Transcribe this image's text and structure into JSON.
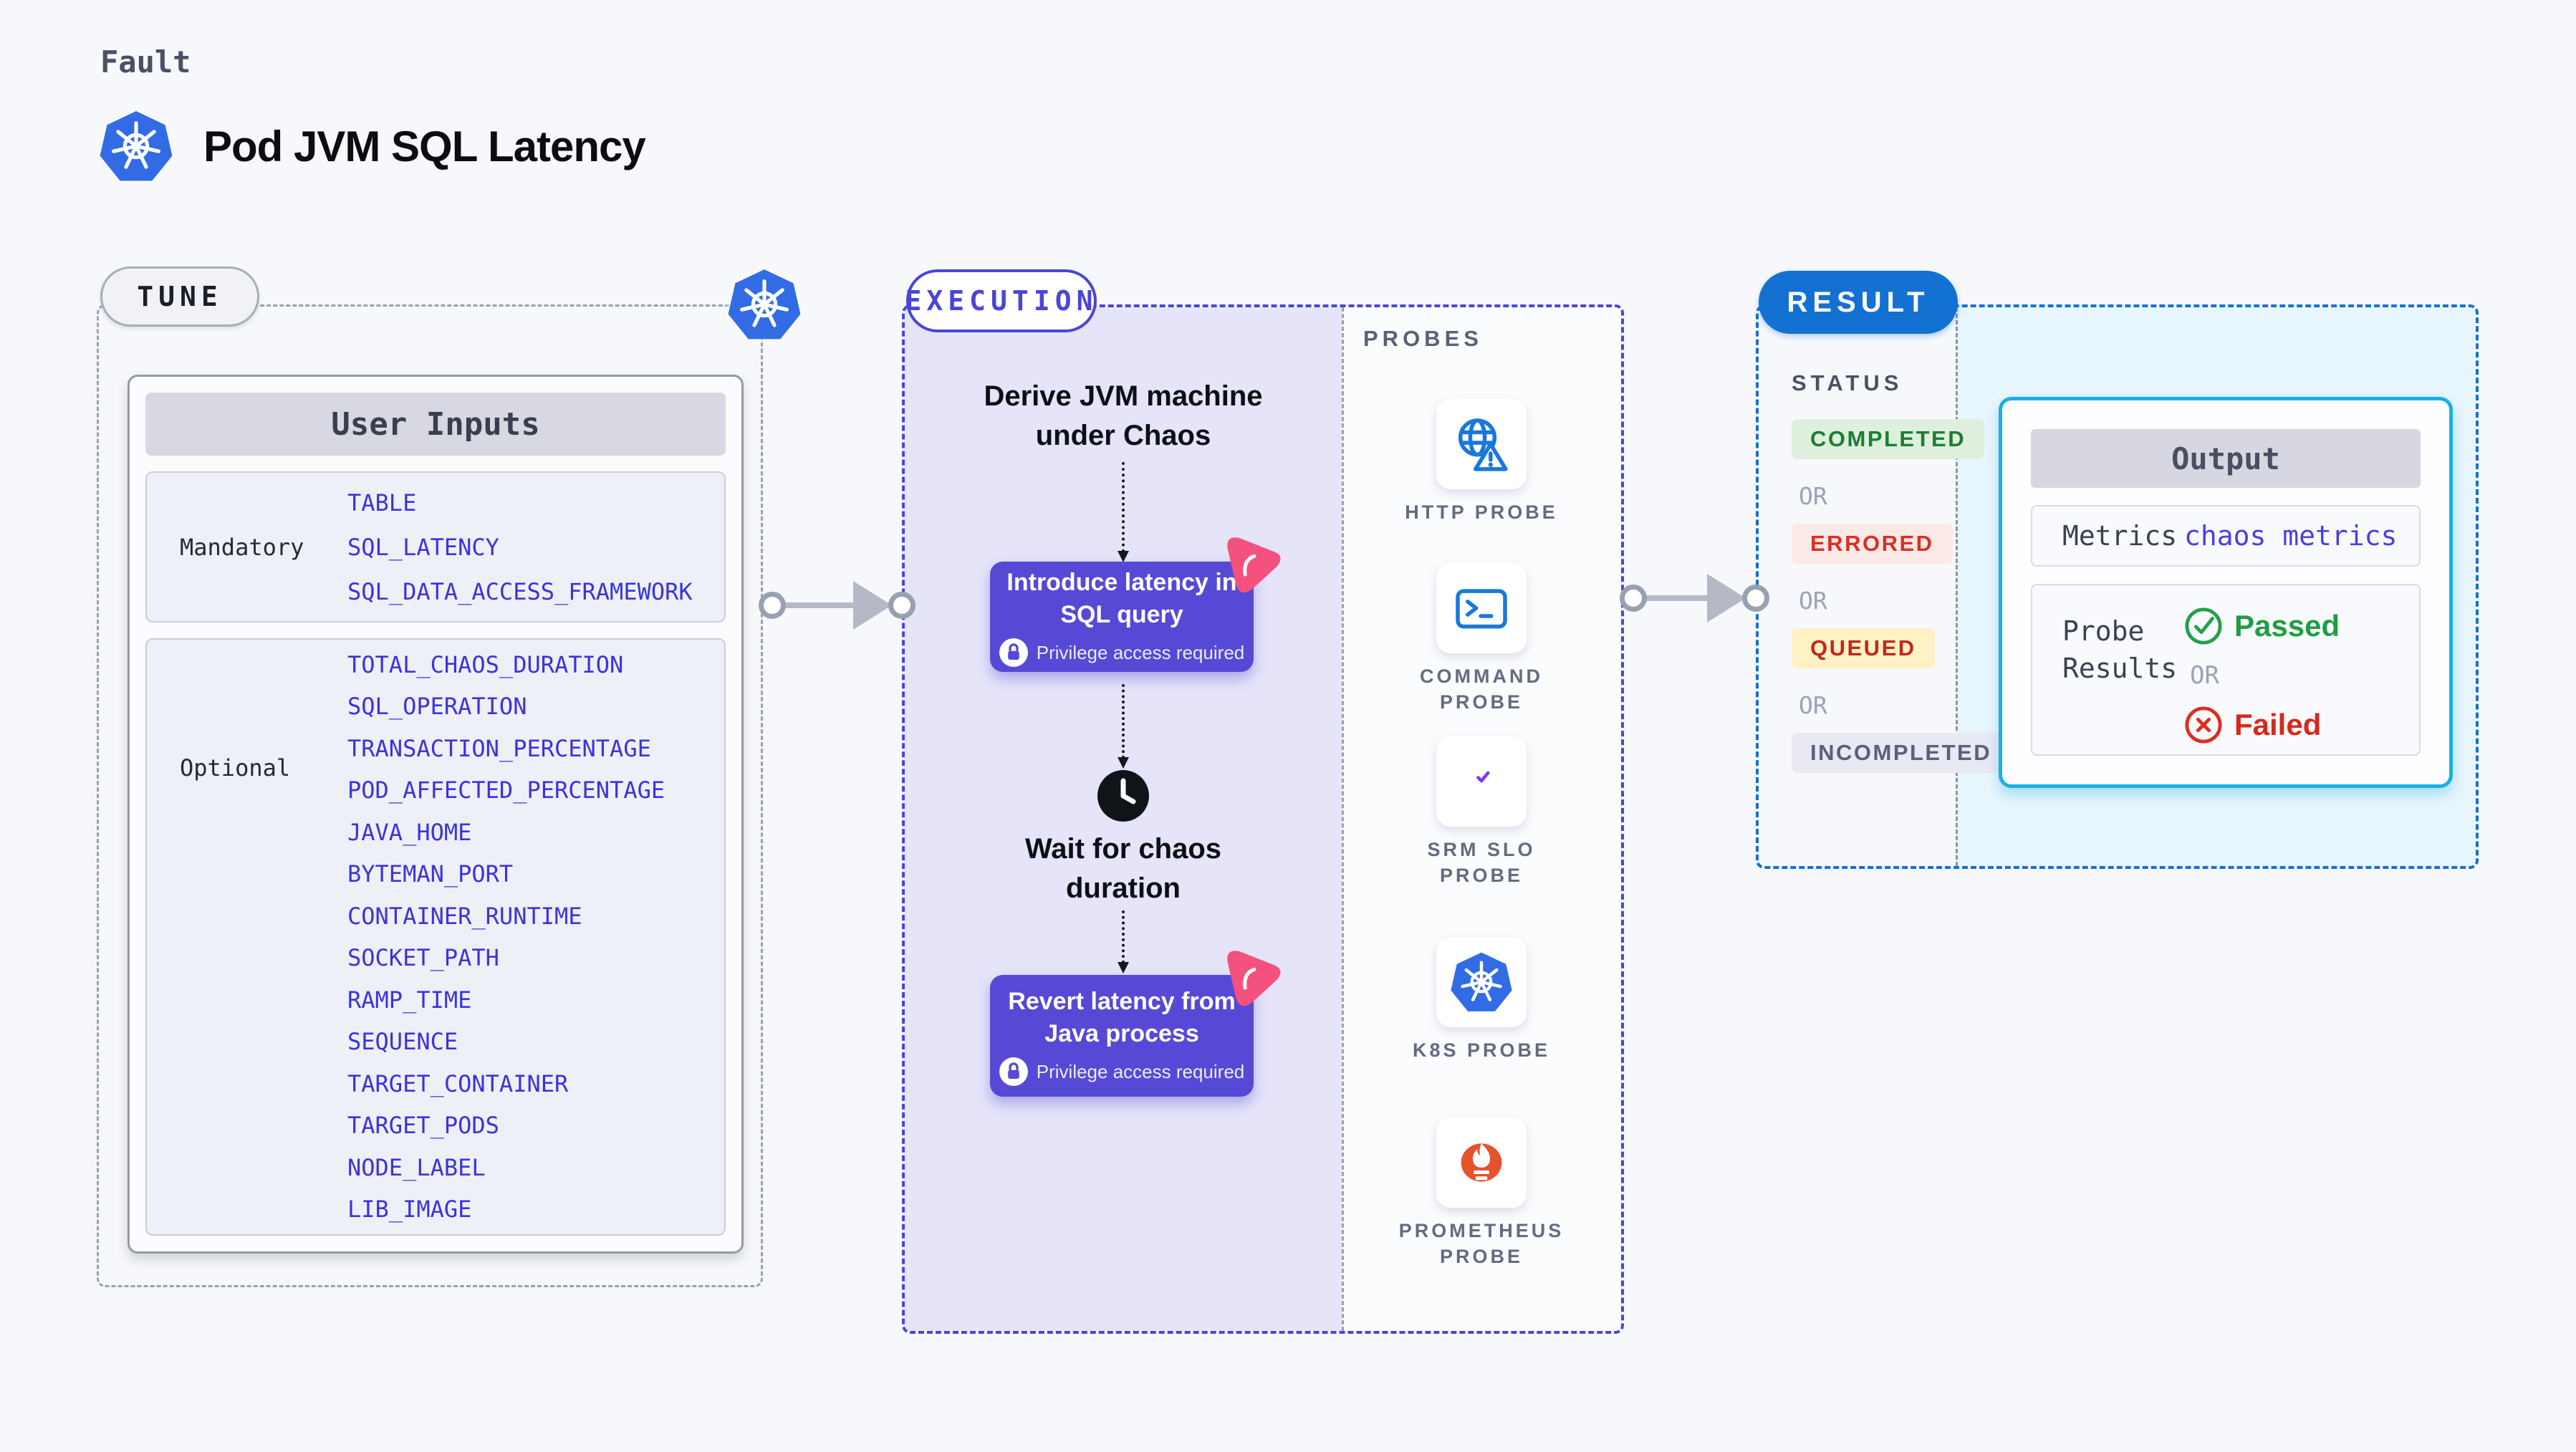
{
  "header": {
    "kicker": "Fault",
    "title": "Pod JVM SQL Latency"
  },
  "tune": {
    "badge": "TUNE",
    "user_inputs_header": "User Inputs",
    "mandatory_label": "Mandatory",
    "mandatory_items": [
      "TABLE",
      "SQL_LATENCY",
      "SQL_DATA_ACCESS_FRAMEWORK"
    ],
    "optional_label": "Optional",
    "optional_items": [
      "TOTAL_CHAOS_DURATION",
      "SQL_OPERATION",
      "TRANSACTION_PERCENTAGE",
      "POD_AFFECTED_PERCENTAGE",
      "JAVA_HOME",
      "BYTEMAN_PORT",
      "CONTAINER_RUNTIME",
      "SOCKET_PATH",
      "RAMP_TIME",
      "SEQUENCE",
      "TARGET_CONTAINER",
      "TARGET_PODS",
      "NODE_LABEL",
      "LIB_IMAGE"
    ]
  },
  "execution": {
    "badge": "EXECUTION",
    "derive_text": "Derive JVM machine\nunder Chaos",
    "step1_title": "Introduce latency in\nSQL query",
    "step1_note": "Privilege access required",
    "wait_text": "Wait for chaos\nduration",
    "step2_title": "Revert latency from\nJava process",
    "step2_note": "Privilege access required"
  },
  "probes": {
    "heading": "PROBES",
    "items": [
      {
        "label": "HTTP PROBE",
        "icon": "globe-alert-icon"
      },
      {
        "label": "COMMAND PROBE",
        "icon": "terminal-icon"
      },
      {
        "label": "SRM SLO PROBE",
        "icon": "slo-check-icon"
      },
      {
        "label": "K8S PROBE",
        "icon": "kubernetes-icon"
      },
      {
        "label": "PROMETHEUS PROBE",
        "icon": "prometheus-icon"
      }
    ]
  },
  "result": {
    "badge": "RESULT",
    "status_heading": "STATUS",
    "or_label": "OR",
    "statuses": [
      {
        "label": "COMPLETED",
        "fg": "#1c7d34",
        "bg": "#def0dd"
      },
      {
        "label": "ERRORED",
        "fg": "#d93025",
        "bg": "#fbe9e7"
      },
      {
        "label": "QUEUED",
        "fg": "#c02a1c",
        "bg": "#fdf1c5"
      },
      {
        "label": "INCOMPLETED",
        "fg": "#5c617a",
        "bg": "#e8e9f2"
      }
    ],
    "output": {
      "header": "Output",
      "metrics_label": "Metrics",
      "metrics_value": "chaos metrics",
      "probe_results_label": "Probe Results",
      "passed": "Passed",
      "or_label": "OR",
      "failed": "Failed"
    }
  },
  "colors": {
    "page_bg": "#f7f8fb",
    "accent_indigo": "#4a45d7",
    "step_indigo": "#5649d5",
    "lavender": "#e5e4f9",
    "result_blue": "#1371d2",
    "output_border_cyan": "#19b0e7",
    "output_area_bg": "#e7f5fc",
    "param_blue": "#3a33df",
    "probe_icon_blue": "#1878dc",
    "litmus_pink": "#f4517e",
    "prometheus_orange": "#e6522c",
    "srm_purple": "#7c3aed",
    "k8s_blue": "#326ce5",
    "passed_green": "#1f9e41",
    "failed_red": "#d8281b"
  }
}
